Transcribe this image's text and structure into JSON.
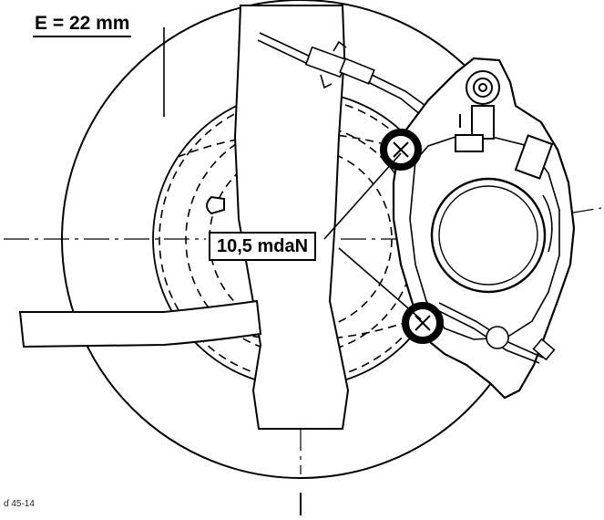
{
  "figure": {
    "disc_thickness_label": "E = 22 mm",
    "torque_label": "10,5 mdaN",
    "figure_ref": "ɗ 45-14"
  },
  "colors": {
    "ink": "#000000",
    "paper": "#ffffff"
  }
}
